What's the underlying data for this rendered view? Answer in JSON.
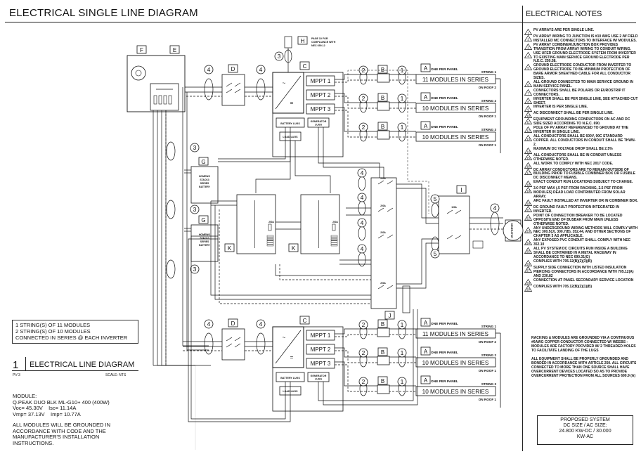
{
  "title": "ELECTRICAL SINGLE LINE DIAGRAM",
  "notes_title": "ELECTRICAL NOTES",
  "notes": [
    {
      "n": "1",
      "text": "PV ARRAYS ARE PER SINGLE LINE."
    },
    {
      "n": "2",
      "text": "PV ARRAY WIRING TO JUNCTION IS #10 AWG USE 2 /W FIELD INSTALLED MC CONNECTORS TO INTERFACE W/ MODULES."
    },
    {
      "n": "3",
      "text": "PV ARRAY COMBINER/JUNCTION BOX PROVIDES TRANSITION FROM ARRAY WIRING TO CONDUIT WIRING."
    },
    {
      "n": "4",
      "text": "USE UFER GROUND ELECTRODE SYSTEM FROM INVERTER TO EXISTING MAIN SERVICE GROUND ELECTRODE PER N.E.C. 250.58."
    },
    {
      "n": "5",
      "text": "GROUND ELECTRODE CONDUCTOR FROM INVERTER TO GROUND ELECTRODE TO BE MINIMUM PROTECTION OF BARE ARMOR SHEATHED CABLE FOR ALL CONDUCTOR SIZES."
    },
    {
      "n": "6",
      "text": "ALL GROUND CONNECTED TO MAIN SERVICE GROUND IN MAIN SERVICE PANEL."
    },
    {
      "n": "7",
      "text": "CONNECTORS SHALL BE POLARIS OR EUROSTRIP IT CONNECTORS."
    },
    {
      "n": "8",
      "text": "INVERTER SHALL BE PER SINGLE LINE, SEE ATTACHED CUT SHEET."
    },
    {
      "n": "9",
      "text": "INVERTER IS PER SINGLE LINE."
    },
    {
      "n": "10",
      "text": "AC DISCONNECT SHALL BE PER SINGLE LINE."
    },
    {
      "n": "11",
      "text": "EQUIPMENT GROUNDING CONDUCTORS ON AC AND DC SIDE SIZED ACCORDING TO N.E.C. 690."
    },
    {
      "n": "12",
      "text": "POLE OF PV ARRAY REFERENCED TO GROUND AT THE INVERTER IN SINGLE LINE."
    },
    {
      "n": "13",
      "text": "ALL CONDUCTORS SHALL BE 600V, 90C STANDARD COPPER. ALL CONDUCTORS IN CONDUIT SHALL BE THWN-2."
    },
    {
      "n": "14",
      "text": "MAXIMUM DC VOLTAGE DROP SHALL BE 2.5%"
    },
    {
      "n": "15",
      "text": "ALL CONDUCTORS SHALL BE IN CONDUIT UNLESS OTHERWISE NOTED."
    },
    {
      "n": "16",
      "text": "ALL WORK TO COMPLY WITH NEC 2017 CODE."
    },
    {
      "n": "17",
      "text": "DC ARRAY CONDUCTORS ARE TO REMAIN OUTSIDE OF BUILDING PRIOR TO FUSIBLE COMBINER BOX OR FUSIBLE DC DISCONNECT MEANS."
    },
    {
      "n": "18",
      "text": "EXACT CONDUIT RUN LOCATIONS SUBJECT TO CHANGE."
    },
    {
      "n": "19",
      "text": "3.0 PSF MAX (.5 PSF FROM RACKING, 2.5 PSF FROM MODULES) DEAD LOAD CONTRIBUTED FROM SOLAR ARRAY."
    },
    {
      "n": "20",
      "text": "ARC FAULT INSTALLED AT INVERTER OR IN COMBINER BOX."
    },
    {
      "n": "21",
      "text": "DC GROUND FAULT PROTECTION INTEGRATED IN INVERTER."
    },
    {
      "n": "22",
      "text": "POINT OF CONNECTION BREAKER TO BE LOCATED OPPOSITE END OF BUSBAR FROM MAIN UNLESS OTHERWISE NOTED."
    },
    {
      "n": "23",
      "text": "ANY UNDERGROUND WIRING METHODS WILL COMPLY WITH NEC 300.5(J), 300.7(B), 352.44, AND OTHER SECTIONS OF CHAPTER 3 AS APPLICABLE."
    },
    {
      "n": "24",
      "text": "ANY EXPOSED PVC CONDUIT SHALL COMPLY WITH NEC 352.10"
    },
    {
      "n": "25",
      "text": "ALL PV SYSTEM DC CIRCUITS RUN INSIDE A BUILDING SHALL BE CONTAINED IN A METAL RACEWAY IN ACCORDANCE TO NEC 690.31(G)"
    },
    {
      "n": "26",
      "text": "COMPLIES WITH 705.12(B)(2)(3)(B)"
    },
    {
      "n": "27",
      "text": "SUPPLY SIDE CONNECTION WITH LISTED INSULATION PIERCING CONNECTORS IN ACCORDANCE WITH 705.12(A) AND 230.82"
    },
    {
      "n": "28",
      "text": "CONNECTION AT PANEL SECONDARY SERVICE LOCATION"
    },
    {
      "n": "29",
      "text": "COMPLIES WITH 705.12(B)(2)(1)(B)"
    }
  ],
  "general_notes": [
    "RACKING & MODULES ARE GROUNDED VIA A CONTINUOUS #6AWG COPPER CONDUCTOR CONNECTED W/ WEEBS - MODULES ARE FACTORY PROVIDED W/ 2 THREADED HOLES TO FACILITATE LANDING OF THE LUGS",
    "ALL EQUIPMENT SHALL BE PROPERLY GROUNDED AND BONDED IN ACCORDANCE WITH ARTICLE 250. ALL CIRCUITS CONNECTED TO MORE THAN ONE SOURCE SHALL HAVE OVERCURRENT DEVICES LOCATED SO AS TO PROVIDE OVERCURRENT PROTECTION FROM ALL SOURCES 690.9 (A)"
  ],
  "proposed": {
    "line1": "PROPOSED SYSTEM",
    "line2": "DC SIZE / AC SIZE:",
    "line3": "24.800 KW-DC / 30.000",
    "line4": "KW-AC"
  },
  "strings_box": [
    "1 STRING(S) OF 11 MODULES",
    "2 STRING(S) OF 10 MODULES",
    "CONNECTED IN SERIES @ EACH INVERTER"
  ],
  "drawing": {
    "number": "1",
    "title": "ELECTRICAL LINE DIAGRAM",
    "sheet": "PV-3",
    "scale": "SCALE: NTS"
  },
  "module": {
    "label": "MODULE:",
    "name": "Q.PEAK DUO BLK ML-G10+ 400 (400W)",
    "voc": "Voc= 45.30V",
    "isc": "Isc= 11.14A",
    "vmp": "Vmp= 37.13V",
    "imp": "Imp= 10.77A"
  },
  "ground_note": "ALL MODULES WILL BE GROUNDED IN ACCORDANCE WITH CODE AND THE MANUFACTURER'S INSTALLATION INSTRUCTIONS.",
  "diagram": {
    "mppt": [
      "MPPT 1",
      "MPPT 2",
      "MPPT 3"
    ],
    "series": [
      "11 MODULES IN SERIES",
      "10 MODULES IN SERIES",
      "10 MODULES IN SERIES"
    ],
    "string_labels": [
      "STRING 1",
      "STRING 2",
      "STRING 3"
    ],
    "on_roof": "ON ROOF",
    "one_per_panel": "ONE PER PANEL",
    "battery_lugs": "BATTERY LUGS",
    "generator_lugs": "GENERATOR LUGS",
    "load_lugs": "LOAD LUGS",
    "battery_text": [
      "HOMEWG",
      "STACK3",
      "SERIES",
      "BATTERY"
    ],
    "generator": "GENERATOR",
    "compliance_note": "PAGE 10 FOR COMPLIANCE WITH NEC 690.12",
    "letters": {
      "A": "A",
      "B": "B",
      "C": "C",
      "D": "D",
      "E": "E",
      "F": "F",
      "G": "G",
      "H": "H",
      "I": "I",
      "J": "J",
      "K": "K"
    },
    "numbers": {
      "one": "1",
      "two": "2",
      "three": "3",
      "four": "4",
      "five": "5"
    }
  }
}
